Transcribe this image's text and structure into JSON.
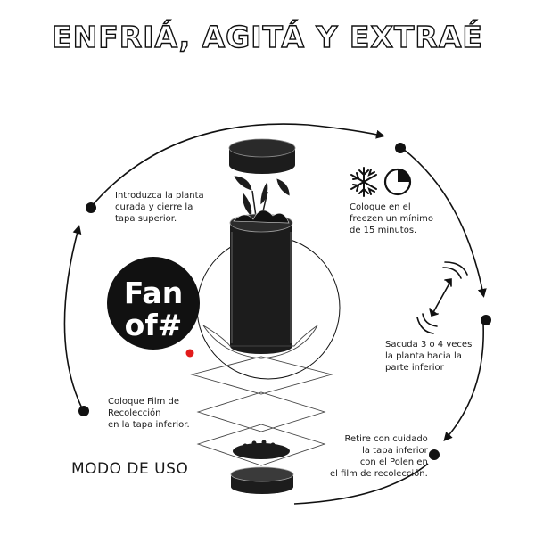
{
  "title": "ENFRIÁ, AGITÁ Y EXTRAÉ",
  "steps": [
    {
      "text": "Introduzca la planta\ncurada y cierre la\ntapa superior."
    },
    {
      "text": "Coloque en el\nfreezen un mínimo\nde 15 minutos."
    },
    {
      "text": "Sacuda 3 o 4 veces\nla planta hacia la\nparte inferior"
    },
    {
      "text": "Retire con cuidado\nla tapa inferior\ncon el Polen en\nel film de recolección."
    },
    {
      "text": "Coloque Film de\nRecolección\nen la tapa inferior."
    }
  ],
  "footer_label": "MODO DE USO",
  "logo": {
    "line1": "Fan",
    "line2": "of#",
    "dot_color": "#e21b1b"
  },
  "colors": {
    "ink": "#1a1a1a",
    "jar": "#1c1c1c",
    "accent": "#e21b1b"
  },
  "icons": [
    "snowflake-icon",
    "timer-icon",
    "shake-icon"
  ]
}
